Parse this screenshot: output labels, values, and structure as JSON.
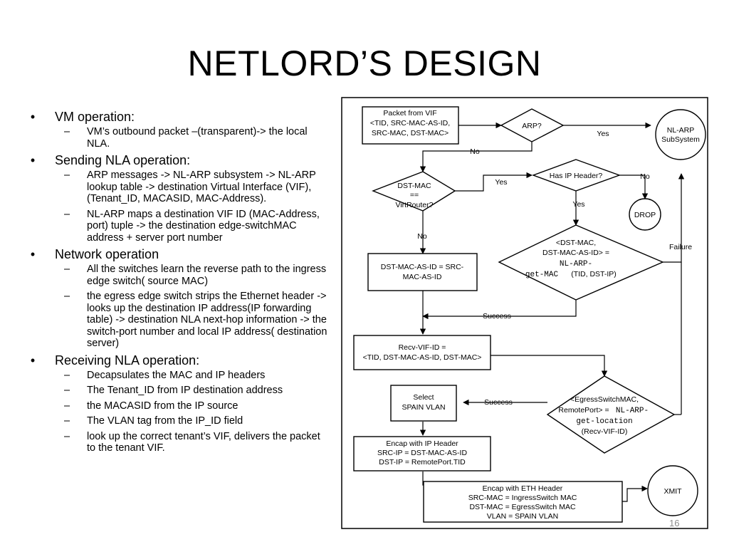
{
  "slide": {
    "title": "NETLORD’S DESIGN",
    "number": "16"
  },
  "bullets": [
    {
      "text": "VM operation:",
      "subs": [
        "VM’s outbound packet –(transparent)-> the local NLA."
      ]
    },
    {
      "text": "Sending NLA operation:",
      "subs": [
        "ARP messages -> NL-ARP subsystem -> NL-ARP lookup table -> destination Virtual Interface (VIF), (Tenant_ID, MACASID, MAC-Address).",
        "NL-ARP maps a destination VIF ID (MAC-Address, port) tuple -> the destination edge-switchMAC address + server port number"
      ]
    },
    {
      "text": "Network operation",
      "subs": [
        "All the switches learn the reverse path to the ingress edge switch( source MAC)",
        "the egress edge switch strips the Ethernet header -> looks up the destination IP address(IP forwarding table) -> destination NLA next-hop information -> the switch-port number and local IP address( destination server)"
      ]
    },
    {
      "text": "Receiving NLA operation:",
      "subs": [
        "Decapsulates the MAC and IP headers",
        "The Tenant_ID from IP destination address",
        "the MACASID from the IP source",
        "The VLAN tag from the IP_ID field",
        "look up the correct tenant’s VIF, delivers the packet to the tenant VIF."
      ]
    }
  ],
  "bullet_symbol": "•",
  "sub_symbol": "–",
  "flowchart": {
    "packet_from_vif": [
      "Packet from VIF",
      "<TID, SRC-MAC-AS-ID,",
      "SRC-MAC, DST-MAC>"
    ],
    "arp_decision": "ARP?",
    "nl_arp_subsystem": [
      "NL-ARP",
      "SubSystem"
    ],
    "has_ip_header_decision": "Has IP Header?",
    "drop": "DROP",
    "dst_mac_decision": [
      "DST-MAC",
      "==",
      "VirtRouter?"
    ],
    "dst_mac_as_id_box": [
      "DST-MAC-AS-ID = SRC-",
      "MAC-AS-ID"
    ],
    "nl_arp_get_mac_decision": [
      "<DST-MAC,",
      "DST-MAC-AS-ID> =",
      "NL-ARP-",
      "get-MAC",
      "(TID, DST-IP)"
    ],
    "recv_vif_id_box": [
      "Recv-VIF-ID =",
      "<TID, DST-MAC-AS-ID, DST-MAC>"
    ],
    "get_location_decision": [
      "<EgressSwitchMAC,",
      "RemotePort> = ",
      "NL-ARP-",
      "get-location",
      "(Recv-VIF-ID)"
    ],
    "select_vlan_box": [
      "Select",
      "SPAIN VLAN"
    ],
    "encap_ip_box": [
      "Encap with IP Header",
      "SRC-IP = DST-MAC-AS-ID",
      "DST-IP = RemotePort.TID"
    ],
    "encap_eth_box": [
      "Encap with ETH Header",
      "SRC-MAC = IngressSwitch MAC",
      "DST-MAC = EgressSwitch MAC",
      "VLAN = SPAIN VLAN"
    ],
    "xmit": "XMIT",
    "labels": {
      "yes": "Yes",
      "no": "No",
      "success": "Success",
      "failure": "Failure"
    }
  }
}
